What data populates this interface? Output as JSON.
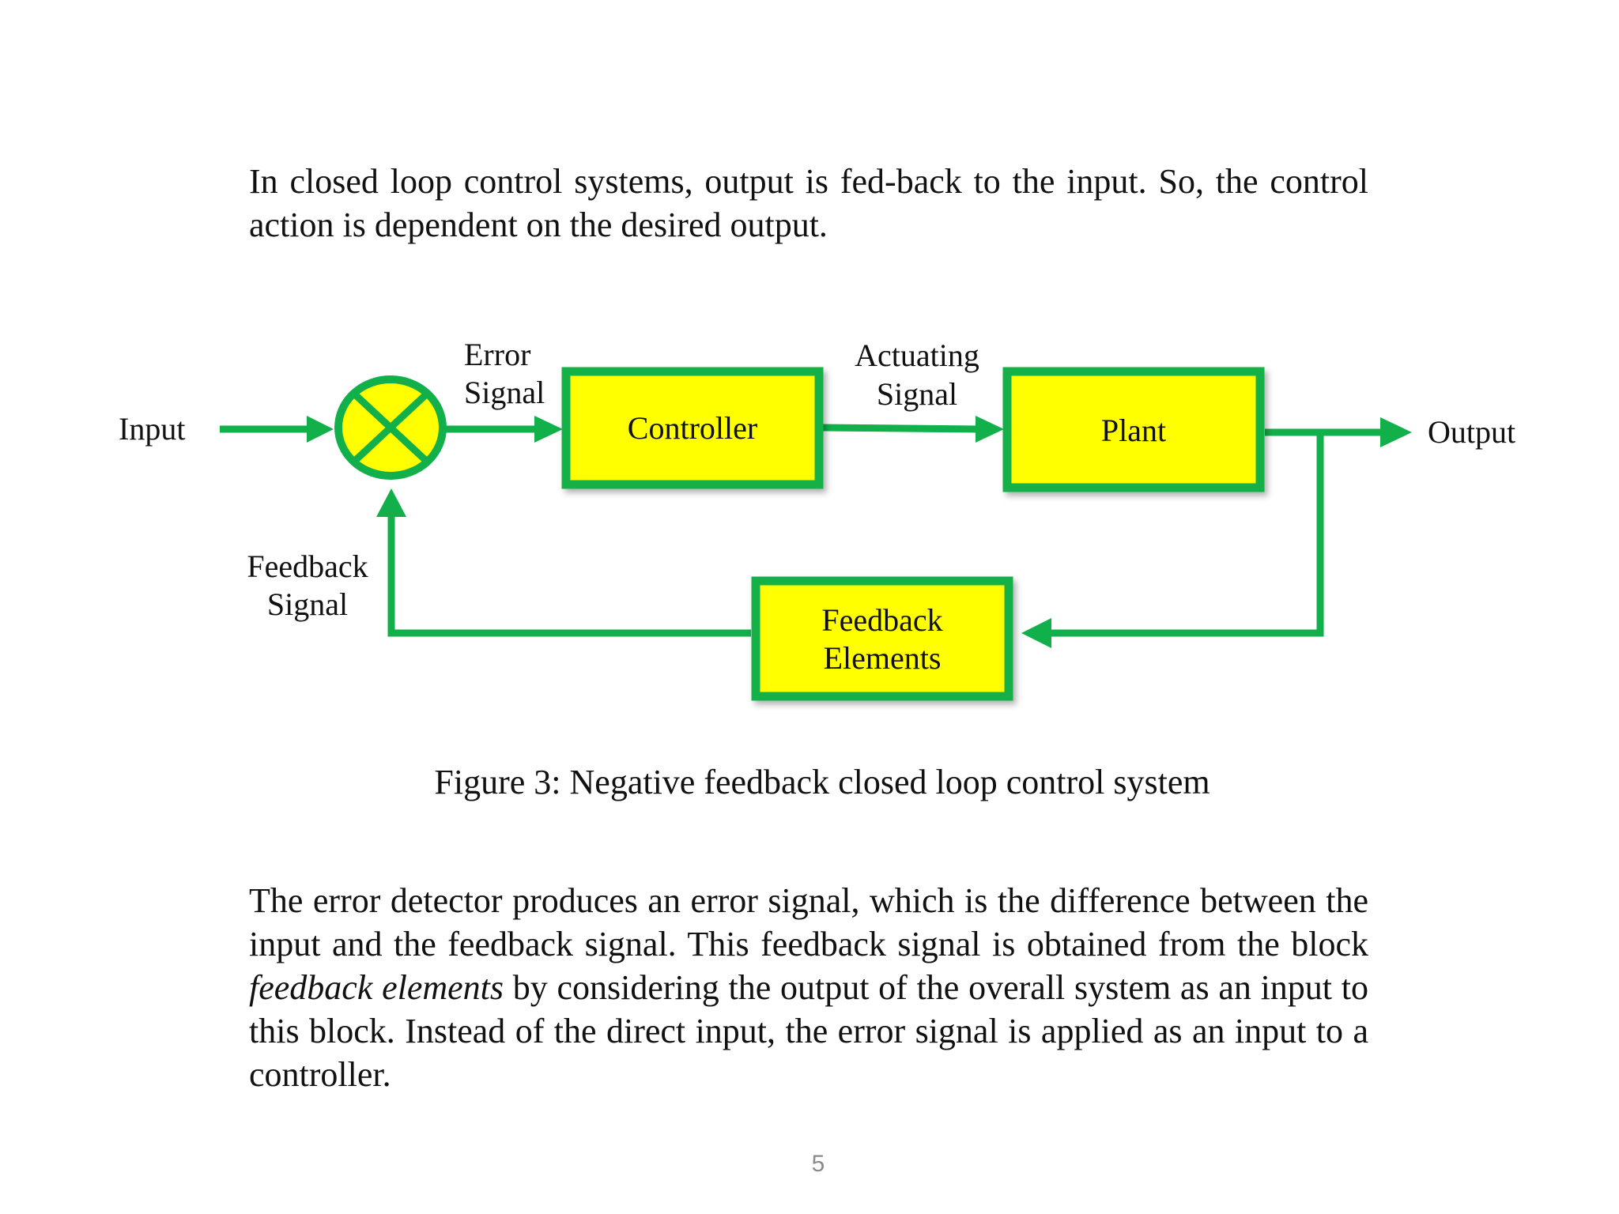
{
  "intro": "In closed loop control systems, output is fed-back to the input.  So, the control action is dependent on the desired output.",
  "diagram": {
    "colors": {
      "line": "#12b04a",
      "block_fill": "#ffff00"
    },
    "input_label": "Input",
    "output_label": "Output",
    "error_signal_label": [
      "Error",
      "Signal"
    ],
    "actuating_signal_label": [
      "Actuating",
      "Signal"
    ],
    "feedback_signal_label": [
      "Feedback",
      "Signal"
    ],
    "blocks": {
      "controller": "Controller",
      "plant": "Plant",
      "feedback_elements": [
        "Feedback",
        "Elements"
      ]
    },
    "comparator_icon": "summing-junction-x-icon"
  },
  "caption": "Figure 3:  Negative feedback closed loop control system",
  "explanation": {
    "part1": "The error detector produces an error signal, which is the difference between the input and the feedback signal.  This feedback signal is obtained from the block ",
    "emphasis": "feedback elements",
    "part2": " by considering the output of the overall system as an input to this block.  Instead of the direct input, the error signal is applied as an input to a controller."
  },
  "page_number": "5"
}
